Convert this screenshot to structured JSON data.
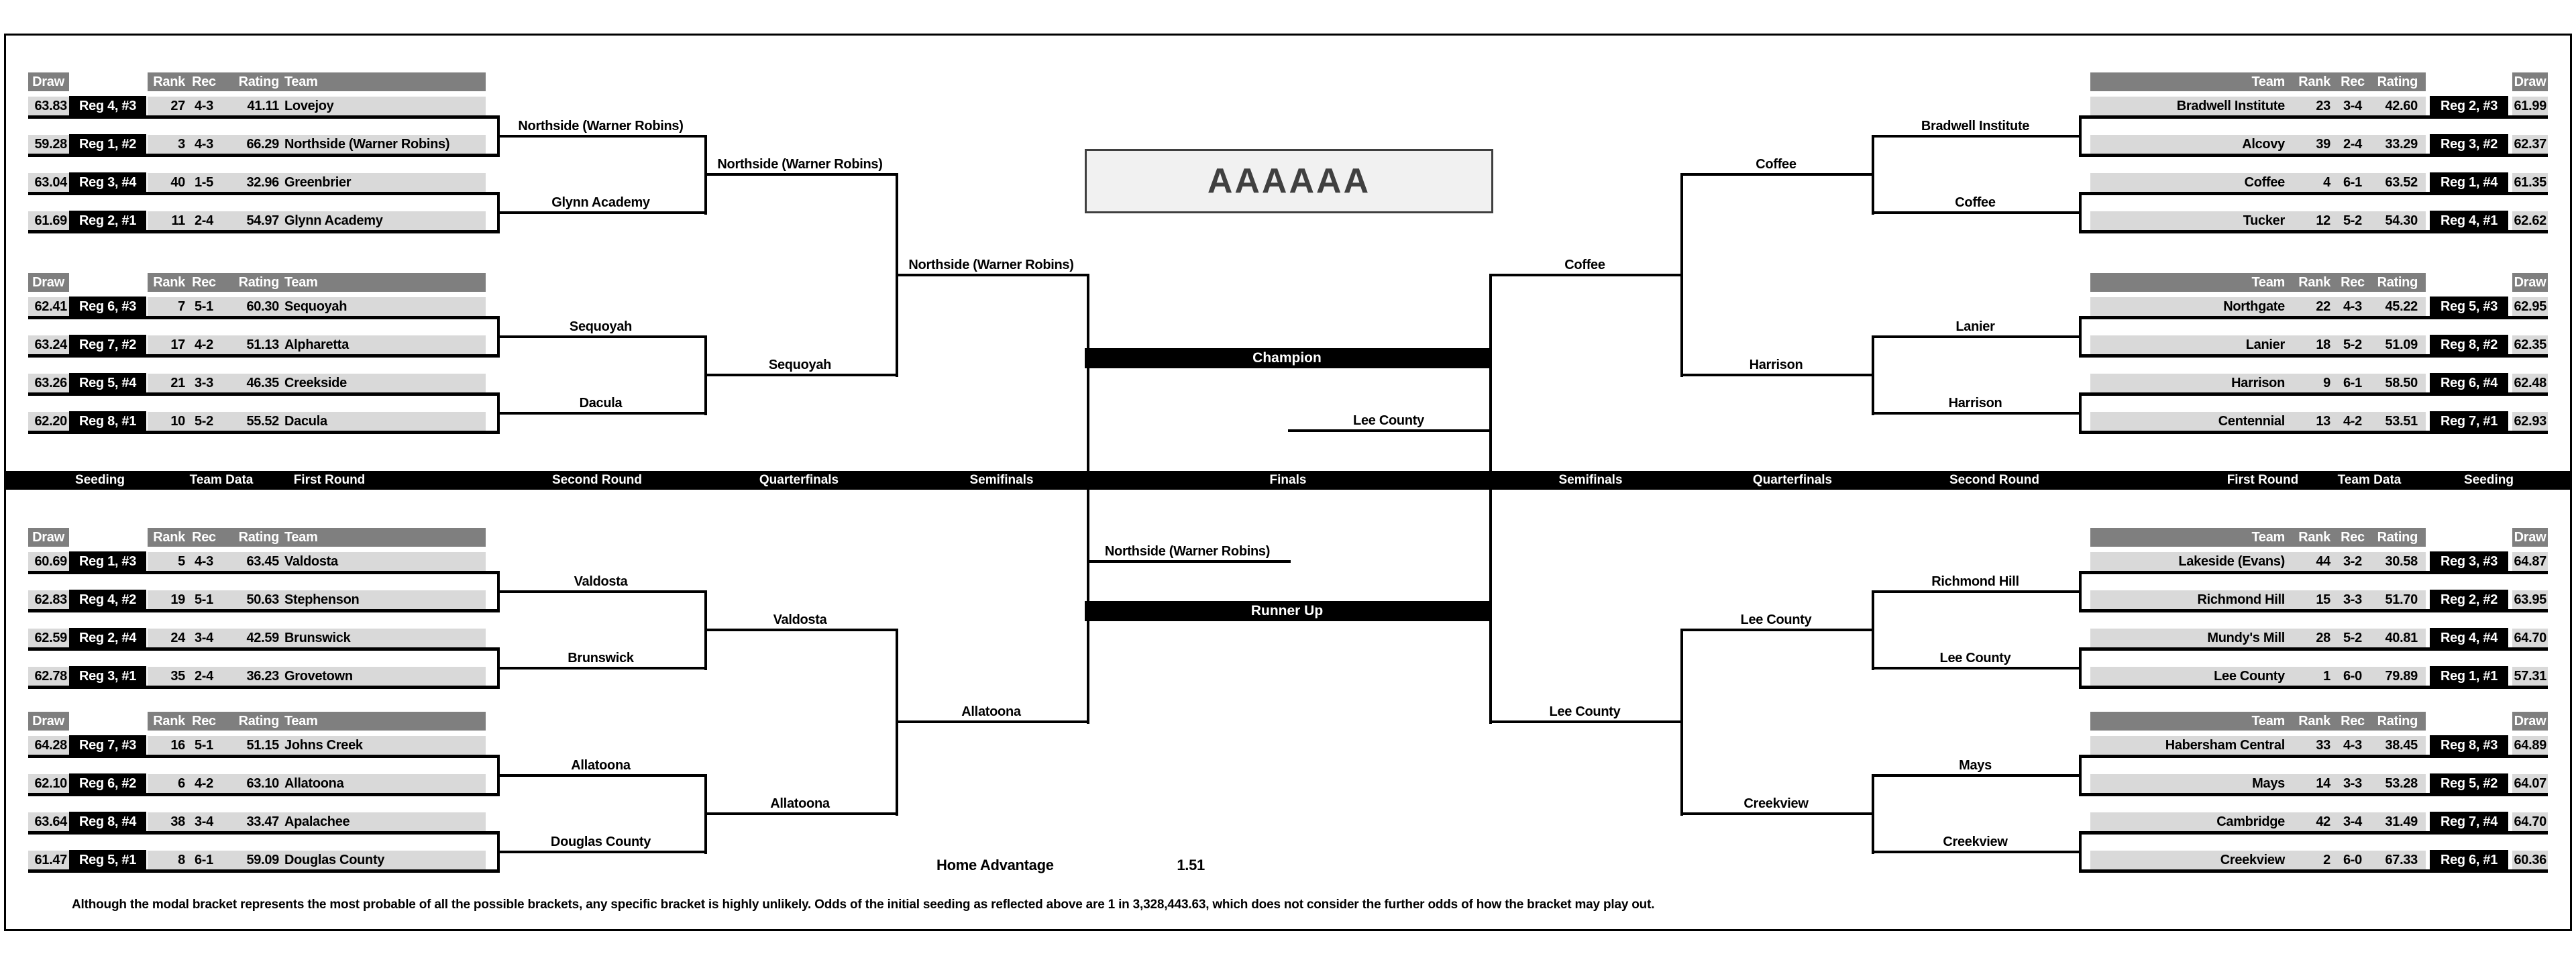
{
  "classification": "AAAAAA",
  "bars": {
    "champion": "Champion",
    "runner_up": "Runner Up"
  },
  "results": {
    "champion": "Lee County",
    "runner_up": "Northside (Warner Robins)"
  },
  "round_labels": [
    "Seeding",
    "Team Data",
    "First Round",
    "Second Round",
    "Quarterfinals",
    "Semifinals",
    "Finals",
    "Semifinals",
    "Quarterfinals",
    "Second Round",
    "First Round",
    "Team Data",
    "Seeding"
  ],
  "headers": {
    "draw": "Draw",
    "rank": "Rank",
    "rec": "Rec",
    "rating": "Rating",
    "team": "Team"
  },
  "home_advantage": {
    "label": "Home Advantage",
    "value": "1.51"
  },
  "footnote": "Although the modal bracket represents the most probable of all the possible brackets, any specific bracket is highly unlikely.  Odds of the initial seeding as reflected above are 1 in 3,328,443.63, which does not consider the further odds of how the bracket may play out.",
  "colors": {
    "header_gray": "#7f7f7f",
    "row_gray": "#d9d9d9",
    "seed_black": "#000000",
    "line_black": "#000000",
    "title_bg": "#f1f1f1",
    "title_text": "#404040"
  },
  "left_groups": [
    {
      "teams": [
        {
          "draw": "63.83",
          "seed": "Reg 4, #3",
          "rank": "27",
          "rec": "4-3",
          "rating": "41.11",
          "team": "Lovejoy"
        },
        {
          "draw": "59.28",
          "seed": "Reg 1, #2",
          "rank": "3",
          "rec": "4-3",
          "rating": "66.29",
          "team": "Northside (Warner Robins)"
        },
        {
          "draw": "63.04",
          "seed": "Reg 3, #4",
          "rank": "40",
          "rec": "1-5",
          "rating": "32.96",
          "team": "Greenbrier"
        },
        {
          "draw": "61.69",
          "seed": "Reg 2, #1",
          "rank": "11",
          "rec": "2-4",
          "rating": "54.97",
          "team": "Glynn Academy"
        }
      ]
    },
    {
      "teams": [
        {
          "draw": "62.41",
          "seed": "Reg 6, #3",
          "rank": "7",
          "rec": "5-1",
          "rating": "60.30",
          "team": "Sequoyah"
        },
        {
          "draw": "63.24",
          "seed": "Reg 7, #2",
          "rank": "17",
          "rec": "4-2",
          "rating": "51.13",
          "team": "Alpharetta"
        },
        {
          "draw": "63.26",
          "seed": "Reg 5, #4",
          "rank": "21",
          "rec": "3-3",
          "rating": "46.35",
          "team": "Creekside"
        },
        {
          "draw": "62.20",
          "seed": "Reg 8, #1",
          "rank": "10",
          "rec": "5-2",
          "rating": "55.52",
          "team": "Dacula"
        }
      ]
    },
    {
      "teams": [
        {
          "draw": "60.69",
          "seed": "Reg 1, #3",
          "rank": "5",
          "rec": "4-3",
          "rating": "63.45",
          "team": "Valdosta"
        },
        {
          "draw": "62.83",
          "seed": "Reg 4, #2",
          "rank": "19",
          "rec": "5-1",
          "rating": "50.63",
          "team": "Stephenson"
        },
        {
          "draw": "62.59",
          "seed": "Reg 2, #4",
          "rank": "24",
          "rec": "3-4",
          "rating": "42.59",
          "team": "Brunswick"
        },
        {
          "draw": "62.78",
          "seed": "Reg 3, #1",
          "rank": "35",
          "rec": "2-4",
          "rating": "36.23",
          "team": "Grovetown"
        }
      ]
    },
    {
      "teams": [
        {
          "draw": "64.28",
          "seed": "Reg 7, #3",
          "rank": "16",
          "rec": "5-1",
          "rating": "51.15",
          "team": "Johns Creek"
        },
        {
          "draw": "62.10",
          "seed": "Reg 6, #2",
          "rank": "6",
          "rec": "4-2",
          "rating": "63.10",
          "team": "Allatoona"
        },
        {
          "draw": "63.64",
          "seed": "Reg 8, #4",
          "rank": "38",
          "rec": "3-4",
          "rating": "33.47",
          "team": "Apalachee"
        },
        {
          "draw": "61.47",
          "seed": "Reg 5, #1",
          "rank": "8",
          "rec": "6-1",
          "rating": "59.09",
          "team": "Douglas County"
        }
      ]
    }
  ],
  "right_groups": [
    {
      "teams": [
        {
          "team": "Bradwell Institute",
          "rank": "23",
          "rec": "3-4",
          "rating": "42.60",
          "seed": "Reg 2, #3",
          "draw": "61.99"
        },
        {
          "team": "Alcovy",
          "rank": "39",
          "rec": "2-4",
          "rating": "33.29",
          "seed": "Reg 3, #2",
          "draw": "62.37"
        },
        {
          "team": "Coffee",
          "rank": "4",
          "rec": "6-1",
          "rating": "63.52",
          "seed": "Reg 1, #4",
          "draw": "61.35"
        },
        {
          "team": "Tucker",
          "rank": "12",
          "rec": "5-2",
          "rating": "54.30",
          "seed": "Reg 4, #1",
          "draw": "62.62"
        }
      ]
    },
    {
      "teams": [
        {
          "team": "Northgate",
          "rank": "22",
          "rec": "4-3",
          "rating": "45.22",
          "seed": "Reg 5, #3",
          "draw": "62.95"
        },
        {
          "team": "Lanier",
          "rank": "18",
          "rec": "5-2",
          "rating": "51.09",
          "seed": "Reg 8, #2",
          "draw": "62.35"
        },
        {
          "team": "Harrison",
          "rank": "9",
          "rec": "6-1",
          "rating": "58.50",
          "seed": "Reg 6, #4",
          "draw": "62.48"
        },
        {
          "team": "Centennial",
          "rank": "13",
          "rec": "4-2",
          "rating": "53.51",
          "seed": "Reg 7, #1",
          "draw": "62.93"
        }
      ]
    },
    {
      "teams": [
        {
          "team": "Lakeside (Evans)",
          "rank": "44",
          "rec": "3-2",
          "rating": "30.58",
          "seed": "Reg 3, #3",
          "draw": "64.87"
        },
        {
          "team": "Richmond Hill",
          "rank": "15",
          "rec": "3-3",
          "rating": "51.70",
          "seed": "Reg 2, #2",
          "draw": "63.95"
        },
        {
          "team": "Mundy's Mill",
          "rank": "28",
          "rec": "5-2",
          "rating": "40.81",
          "seed": "Reg 4, #4",
          "draw": "64.70"
        },
        {
          "team": "Lee County",
          "rank": "1",
          "rec": "6-0",
          "rating": "79.89",
          "seed": "Reg 1, #1",
          "draw": "57.31"
        }
      ]
    },
    {
      "teams": [
        {
          "team": "Habersham Central",
          "rank": "33",
          "rec": "4-3",
          "rating": "38.45",
          "seed": "Reg 8, #3",
          "draw": "64.89"
        },
        {
          "team": "Mays",
          "rank": "14",
          "rec": "3-3",
          "rating": "53.28",
          "seed": "Reg 5, #2",
          "draw": "64.07"
        },
        {
          "team": "Cambridge",
          "rank": "42",
          "rec": "3-4",
          "rating": "31.49",
          "seed": "Reg 7, #4",
          "draw": "64.70"
        },
        {
          "team": "Creekview",
          "rank": "2",
          "rec": "6-0",
          "rating": "67.33",
          "seed": "Reg 6, #1",
          "draw": "60.36"
        }
      ]
    }
  ],
  "left_bracket": {
    "second_round": [
      "Northside (Warner Robins)",
      "Glynn Academy",
      "Sequoyah",
      "Dacula",
      "Valdosta",
      "Brunswick",
      "Allatoona",
      "Douglas County"
    ],
    "quarterfinals": [
      "Northside (Warner Robins)",
      "Sequoyah",
      "Valdosta",
      "Allatoona"
    ],
    "semifinals": [
      "Northside (Warner Robins)",
      "Allatoona"
    ]
  },
  "right_bracket": {
    "second_round": [
      "Bradwell Institute",
      "Coffee",
      "Lanier",
      "Harrison",
      "Richmond Hill",
      "Lee County",
      "Mays",
      "Creekview"
    ],
    "quarterfinals": [
      "Coffee",
      "Harrison",
      "Lee County",
      "Creekview"
    ],
    "semifinals": [
      "Coffee",
      "Lee County"
    ]
  }
}
